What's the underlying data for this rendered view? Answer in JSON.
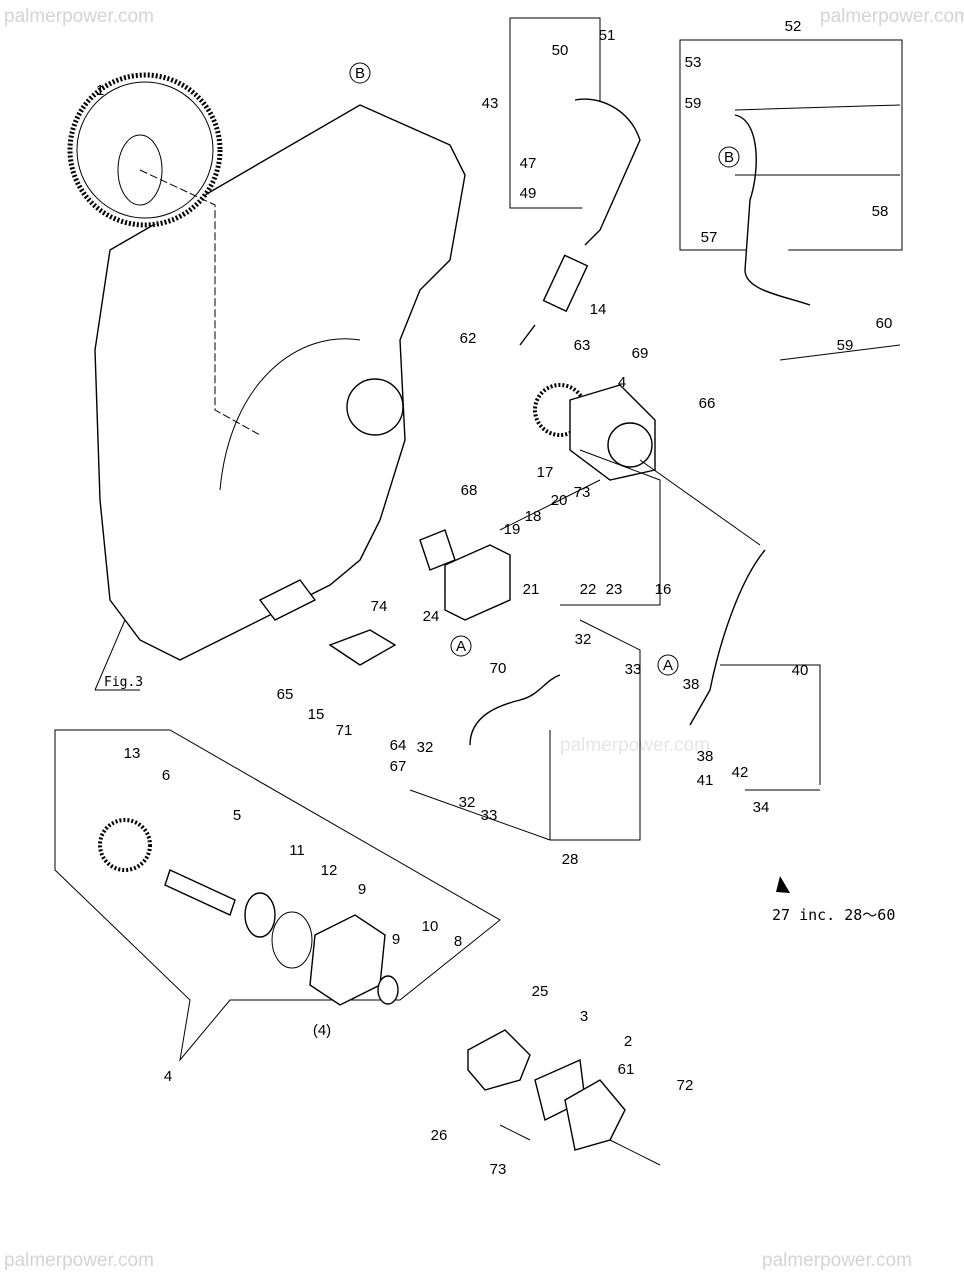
{
  "watermark": "palmerpower.com",
  "figure_ref": "Fig.3",
  "note": "27 inc. 28～60",
  "ref_markers": [
    "B",
    "B",
    "A",
    "A"
  ],
  "callouts": [
    "1",
    "43",
    "50",
    "51",
    "47",
    "49",
    "14",
    "62",
    "63",
    "52",
    "53",
    "59",
    "58",
    "57",
    "60",
    "59",
    "69",
    "4",
    "66",
    "17",
    "20",
    "73",
    "18",
    "19",
    "68",
    "24",
    "74",
    "21",
    "22",
    "23",
    "16",
    "70",
    "32",
    "33",
    "38",
    "40",
    "65",
    "15",
    "71",
    "64",
    "67",
    "32",
    "32",
    "33",
    "38",
    "41",
    "42",
    "34",
    "28",
    "13",
    "6",
    "5",
    "11",
    "12",
    "9",
    "9",
    "10",
    "8",
    "(4)",
    "4",
    "25",
    "3",
    "2",
    "61",
    "72",
    "26",
    "73"
  ]
}
